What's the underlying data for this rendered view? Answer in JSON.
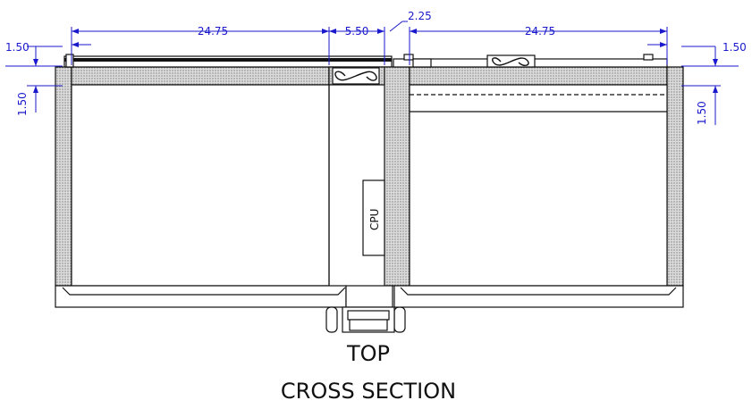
{
  "drawing": {
    "dimensions": {
      "left_width": "24.75",
      "center_width": "5.50",
      "center_offset": "2.25",
      "right_width": "24.75",
      "left_top_height": "1.50",
      "right_top_height": "1.50",
      "left_side_height": "1.50",
      "right_side_height": "1.50"
    },
    "labels": {
      "cpu": "CPU"
    },
    "caption": {
      "line1": "TOP",
      "line2": "CROSS SECTION"
    },
    "colors": {
      "dimension": "#1a1acc",
      "outline": "#111111",
      "insulation_fill": "#d9d9d9",
      "background": "#ffffff"
    }
  }
}
